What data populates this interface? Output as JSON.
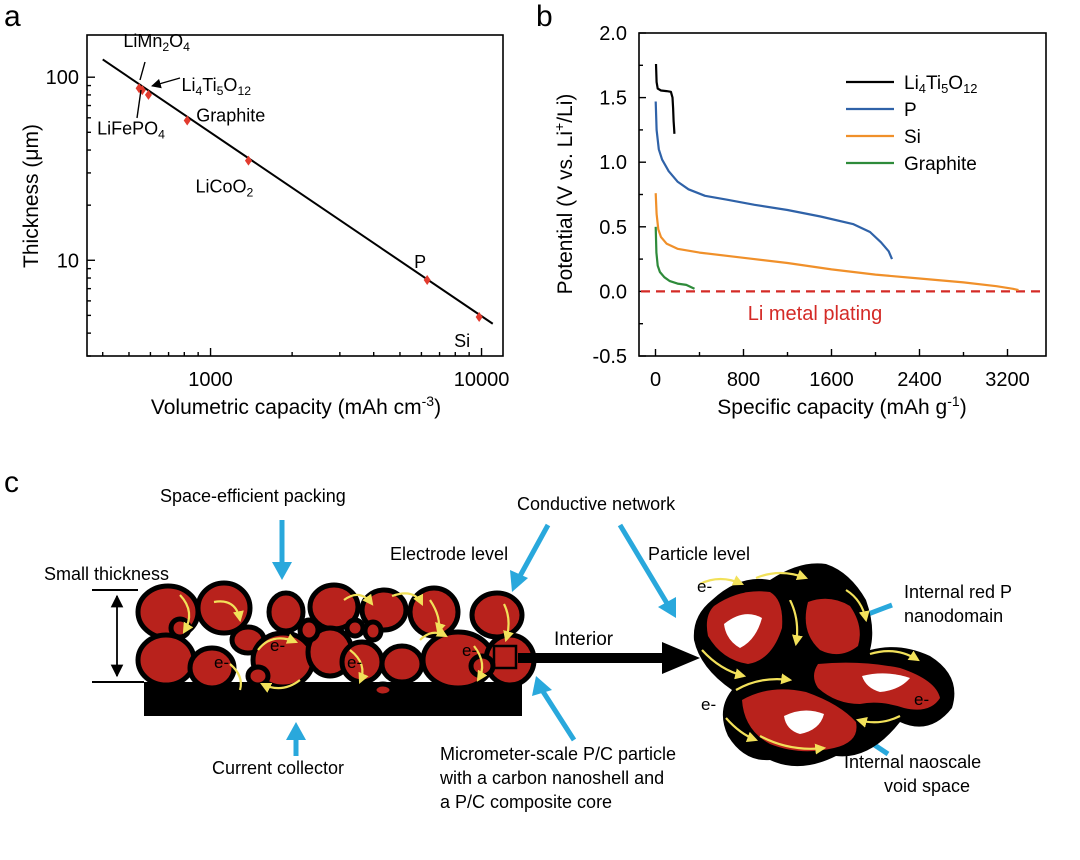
{
  "panels": {
    "a": "a",
    "b": "b",
    "c": "c"
  },
  "colors": {
    "black": "#000000",
    "red_marker": "#e23b2e",
    "p_blue": "#2f62a8",
    "si_orange": "#f0902a",
    "graphite_green": "#2e8b3a",
    "plating_red": "#d42a26",
    "particle_red": "#b8221c",
    "arrow_blue": "#29a8dc",
    "electron_yellow": "#f2e15a"
  },
  "chart_data": [
    {
      "type": "line",
      "panel": "a",
      "xlabel": "Volumetric capacity (mAh cm",
      "xlabel_sup": "-3",
      "xlabel_end": ")",
      "ylabel": "Thickness (μm)",
      "xscale": "log",
      "yscale": "log",
      "xlim": [
        350,
        12000
      ],
      "ylim": [
        3,
        170
      ],
      "xticks": [
        1000,
        10000
      ],
      "xtick_labels": [
        "1000",
        "10000"
      ],
      "yticks": [
        10,
        100
      ],
      "ytick_labels": [
        "10",
        "100"
      ],
      "fit_line": {
        "x": [
          400,
          11000
        ],
        "y": [
          125,
          4.5
        ]
      },
      "points": [
        {
          "name": "LiMn2O4",
          "label_runs": [
            [
              "LiMn",
              ""
            ],
            [
              "2",
              "sub"
            ],
            [
              "O",
              ""
            ],
            [
              "4",
              "sub"
            ]
          ],
          "x": 560,
          "y": 85
        },
        {
          "name": "LiFePO4",
          "label_runs": [
            [
              "LiFePO",
              ""
            ],
            [
              "4",
              "sub"
            ]
          ],
          "x": 545,
          "y": 87
        },
        {
          "name": "Li4Ti5O12",
          "label_runs": [
            [
              "Li",
              ""
            ],
            [
              "4",
              "sub"
            ],
            [
              "Ti",
              ""
            ],
            [
              "5",
              "sub"
            ],
            [
              "O",
              ""
            ],
            [
              "12",
              "sub"
            ]
          ],
          "x": 590,
          "y": 80
        },
        {
          "name": "Graphite",
          "label_runs": [
            [
              "Graphite",
              ""
            ]
          ],
          "x": 820,
          "y": 58
        },
        {
          "name": "LiCoO2",
          "label_runs": [
            [
              "LiCoO",
              ""
            ],
            [
              "2",
              "sub"
            ]
          ],
          "x": 1380,
          "y": 35
        },
        {
          "name": "P",
          "label_runs": [
            [
              "P",
              ""
            ]
          ],
          "x": 6300,
          "y": 7.8
        },
        {
          "name": "Si",
          "label_runs": [
            [
              "Si",
              ""
            ]
          ],
          "x": 9800,
          "y": 4.9
        }
      ],
      "grid": false
    },
    {
      "type": "line",
      "panel": "b",
      "xlabel": "Specific capacity (mAh g",
      "xlabel_sup": "-1",
      "xlabel_end": ")",
      "ylabel": "Potential (V vs. Li",
      "ylabel_sup": "+",
      "ylabel_end": "/Li)",
      "xlim": [
        -150,
        3550
      ],
      "ylim": [
        -0.5,
        2.0
      ],
      "xticks": [
        0,
        800,
        1600,
        2400,
        3200
      ],
      "xtick_labels": [
        "0",
        "800",
        "1600",
        "2400",
        "3200"
      ],
      "yticks": [
        -0.5,
        0.0,
        0.5,
        1.0,
        1.5,
        2.0
      ],
      "ytick_labels": [
        "-0.5",
        "0.0",
        "0.5",
        "1.0",
        "1.5",
        "2.0"
      ],
      "legend_position": "top-right",
      "series": [
        {
          "name": "Li4Ti5O12",
          "label_runs": [
            [
              "Li",
              ""
            ],
            [
              "4",
              "sub"
            ],
            [
              "Ti",
              ""
            ],
            [
              "5",
              "sub"
            ],
            [
              "O",
              ""
            ],
            [
              "12",
              "sub"
            ]
          ],
          "color": "#000000",
          "x": [
            5,
            10,
            20,
            50,
            100,
            140,
            155,
            160,
            165,
            170,
            172
          ],
          "y": [
            1.76,
            1.62,
            1.57,
            1.555,
            1.55,
            1.545,
            1.5,
            1.42,
            1.32,
            1.25,
            1.22
          ]
        },
        {
          "name": "P",
          "label_runs": [
            [
              "P",
              ""
            ]
          ],
          "color": "#2f62a8",
          "x": [
            2,
            10,
            30,
            60,
            120,
            200,
            300,
            450,
            650,
            900,
            1200,
            1500,
            1800,
            1950,
            2050,
            2120,
            2150
          ],
          "y": [
            1.47,
            1.25,
            1.1,
            1.02,
            0.93,
            0.85,
            0.79,
            0.74,
            0.71,
            0.67,
            0.63,
            0.58,
            0.52,
            0.46,
            0.38,
            0.31,
            0.25
          ]
        },
        {
          "name": "Si",
          "label_runs": [
            [
              "Si",
              ""
            ]
          ],
          "color": "#f0902a",
          "x": [
            2,
            10,
            25,
            50,
            100,
            200,
            400,
            800,
            1200,
            1600,
            2000,
            2400,
            2800,
            3100,
            3250,
            3300
          ],
          "y": [
            0.76,
            0.6,
            0.48,
            0.42,
            0.37,
            0.33,
            0.3,
            0.26,
            0.22,
            0.17,
            0.13,
            0.1,
            0.07,
            0.04,
            0.02,
            0.01
          ]
        },
        {
          "name": "Graphite",
          "label_runs": [
            [
              "Graphite",
              ""
            ]
          ],
          "color": "#2e8b3a",
          "x": [
            2,
            8,
            20,
            40,
            80,
            130,
            200,
            280,
            330,
            355
          ],
          "y": [
            0.5,
            0.3,
            0.2,
            0.15,
            0.11,
            0.08,
            0.06,
            0.05,
            0.03,
            0.02
          ]
        }
      ],
      "reference_line": {
        "y": 0.0,
        "label": "Li metal plating",
        "color": "#d42a26",
        "style": "dashed"
      },
      "grid": false
    }
  ],
  "diagram_c": {
    "labels": {
      "space_efficient": "Space-efficient packing",
      "conductive_network": "Conductive network",
      "electrode_level": "Electrode level",
      "particle_level": "Particle level",
      "small_thickness": "Small thickness",
      "interior": "Interior",
      "internal_red_p_1": "Internal red P",
      "internal_red_p_2": "nanodomain",
      "current_collector": "Current collector",
      "micro_1": "Micrometer-scale P/C particle",
      "micro_2": "with a carbon nanoshell and",
      "micro_3": "a P/C composite core",
      "void_1": "Internal naoscale",
      "void_2": "void space",
      "electron": "e-"
    }
  }
}
